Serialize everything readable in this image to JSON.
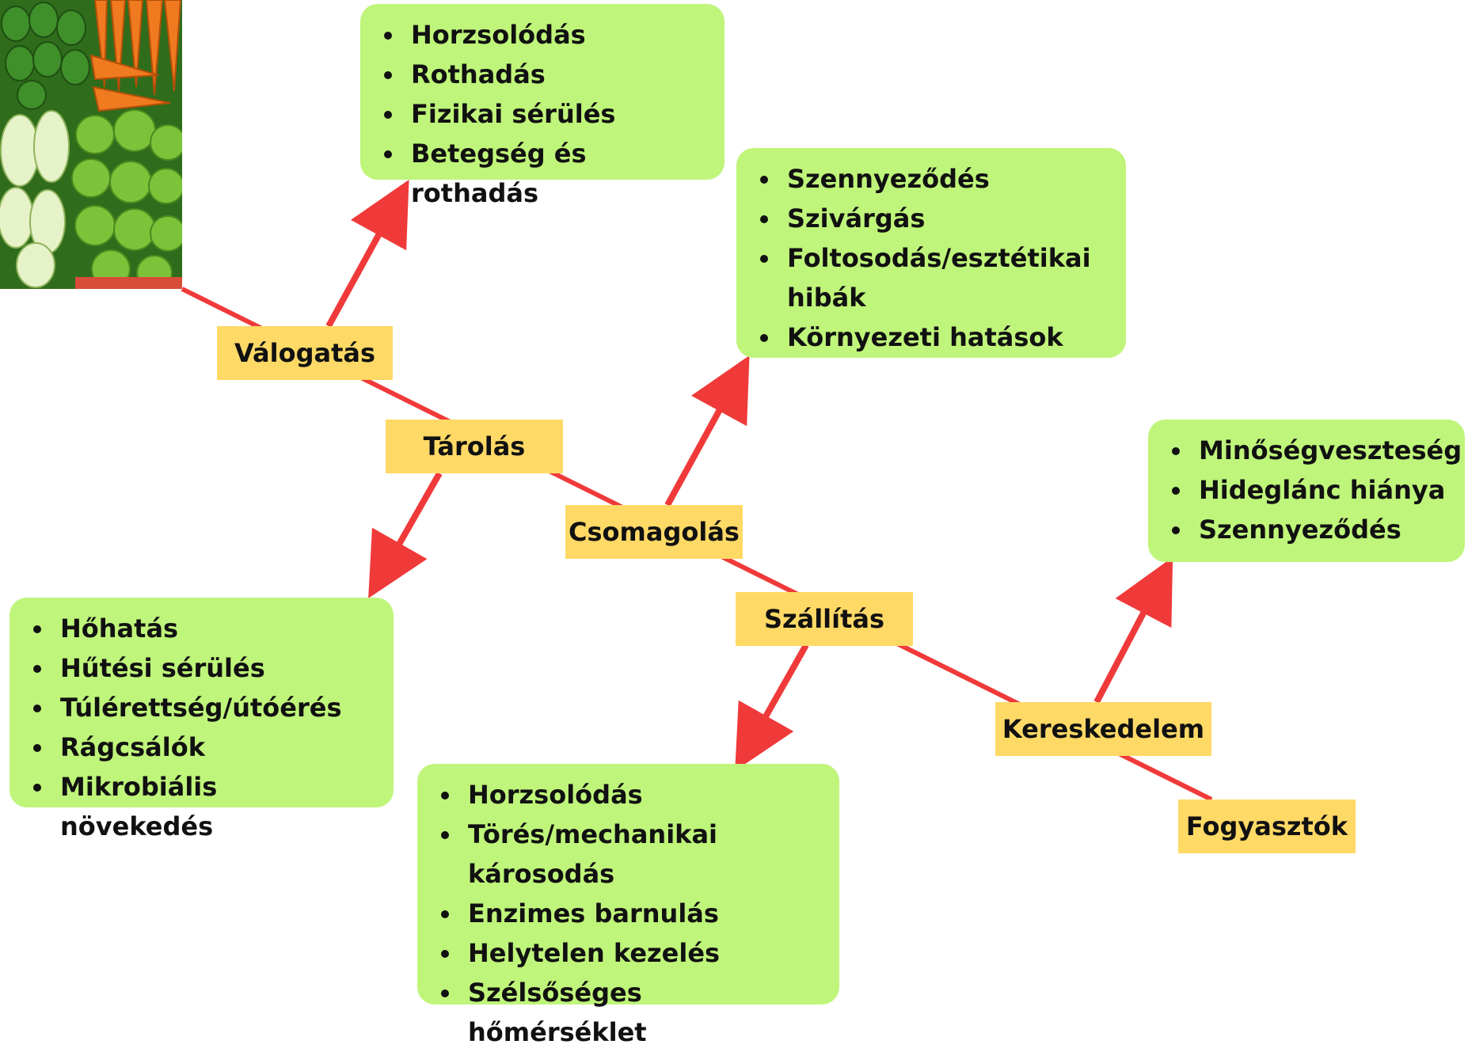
{
  "colors": {
    "connector": "#f03a3a",
    "arrow": "#f03a3a",
    "stage_fill": "#ffd966",
    "box_fill": "#bff57a",
    "text": "#111111"
  },
  "photo": {
    "icon": "vegetables-photo",
    "description_visible": false
  },
  "stages": [
    {
      "id": "valogatas",
      "label": "Válogatás"
    },
    {
      "id": "tarolas",
      "label": "Tárolás"
    },
    {
      "id": "csomagolas",
      "label": "Csomagolás"
    },
    {
      "id": "szallitas",
      "label": "Szállítás"
    },
    {
      "id": "kereskedelem",
      "label": "Kereskedelem"
    },
    {
      "id": "fogyasztok",
      "label": "Fogyasztók"
    }
  ],
  "boxes": {
    "valogatas": [
      "Horzsolódás",
      "Rothadás",
      "Fizikai sérülés",
      "Betegség és rothadás"
    ],
    "tarolas": [
      "Hőhatás",
      "Hűtési sérülés",
      "Túlérettség/útóérés",
      "Rágcsálók",
      "Mikrobiális növekedés"
    ],
    "csomagolas": [
      "Szennyeződés",
      "Szivárgás",
      "Foltosodás/esztétikai",
      "hibák",
      "Környezeti hatások"
    ],
    "szallitas": [
      "Horzsolódás",
      "Törés/mechanikai",
      "károsodás",
      "Enzimes barnulás",
      "Helytelen kezelés",
      "Szélsőséges hőmérséklet"
    ],
    "kereskedelem": [
      "Minőségveszteség",
      "Hideglánc hiánya",
      "Szennyeződés"
    ]
  }
}
